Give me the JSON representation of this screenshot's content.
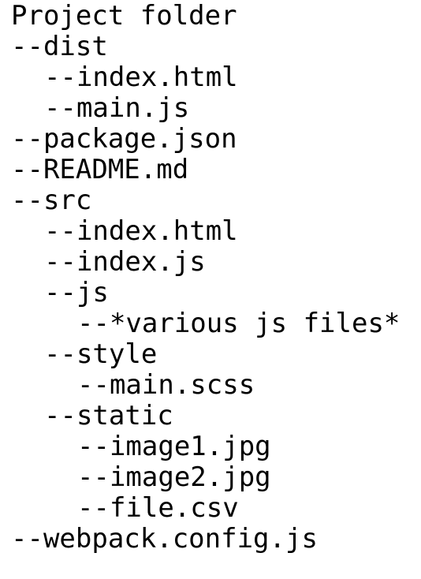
{
  "tree": {
    "root_label": "Project folder",
    "items": [
      {
        "label": "--dist",
        "depth": 0
      },
      {
        "label": "--index.html",
        "depth": 1
      },
      {
        "label": "--main.js",
        "depth": 1
      },
      {
        "label": "--package.json",
        "depth": 0
      },
      {
        "label": "--README.md",
        "depth": 0
      },
      {
        "label": "--src",
        "depth": 0
      },
      {
        "label": "--index.html",
        "depth": 1
      },
      {
        "label": "--index.js",
        "depth": 1
      },
      {
        "label": "--js",
        "depth": 1
      },
      {
        "label": "--*various js files*",
        "depth": 2
      },
      {
        "label": "--style",
        "depth": 1
      },
      {
        "label": "--main.scss",
        "depth": 2
      },
      {
        "label": "--static",
        "depth": 1
      },
      {
        "label": "--image1.jpg",
        "depth": 2
      },
      {
        "label": "--image2.jpg",
        "depth": 2
      },
      {
        "label": "--file.csv",
        "depth": 2
      },
      {
        "label": "--webpack.config.js",
        "depth": 0
      }
    ]
  }
}
